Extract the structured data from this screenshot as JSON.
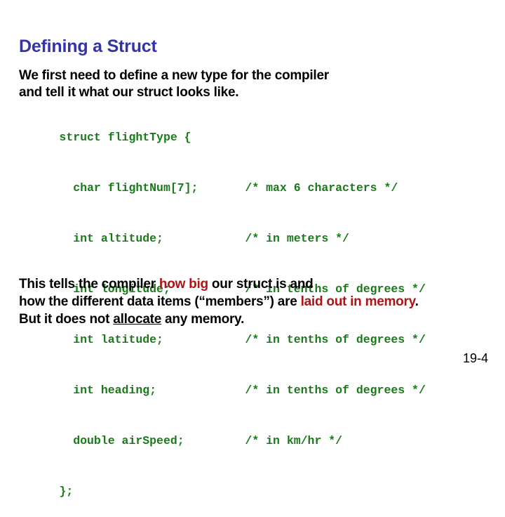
{
  "slide": {
    "title": "Defining a Struct",
    "page_number": "19-4",
    "colors": {
      "title": "#3333AA",
      "code": "#1A7A1A",
      "highlight": "#AB1515",
      "body": "#000000",
      "background": "#FFFFFF"
    }
  },
  "intro": {
    "lines": [
      "We first need to define a new type for the compiler",
      "and tell it what our struct looks like."
    ]
  },
  "code": {
    "language": "c",
    "lines": [
      {
        "text": "struct flightType {",
        "comment": ""
      },
      {
        "text": "  char flightNum[7];",
        "comment": "/* max 6 characters */"
      },
      {
        "text": "  int altitude;",
        "comment": "/* in meters */"
      },
      {
        "text": "  int longitude;",
        "comment": "/* in tenths of degrees */"
      },
      {
        "text": "  int latitude;",
        "comment": "/* in tenths of degrees */"
      },
      {
        "text": "  int heading;",
        "comment": "/* in tenths of degrees */"
      },
      {
        "text": "  double airSpeed;",
        "comment": "/* in km/hr */"
      },
      {
        "text": "};",
        "comment": ""
      }
    ]
  },
  "conclusion": {
    "line1": {
      "part1": "This tells the compiler ",
      "highlight1": "how big",
      "part2": " our struct is and"
    },
    "line2": {
      "part1": "how the different data items (“members”) are ",
      "highlight1": "laid out in memory",
      "part2": "."
    },
    "line3": {
      "part1": "But it does not ",
      "underline1": "allocate",
      "part2": " any memory."
    }
  }
}
